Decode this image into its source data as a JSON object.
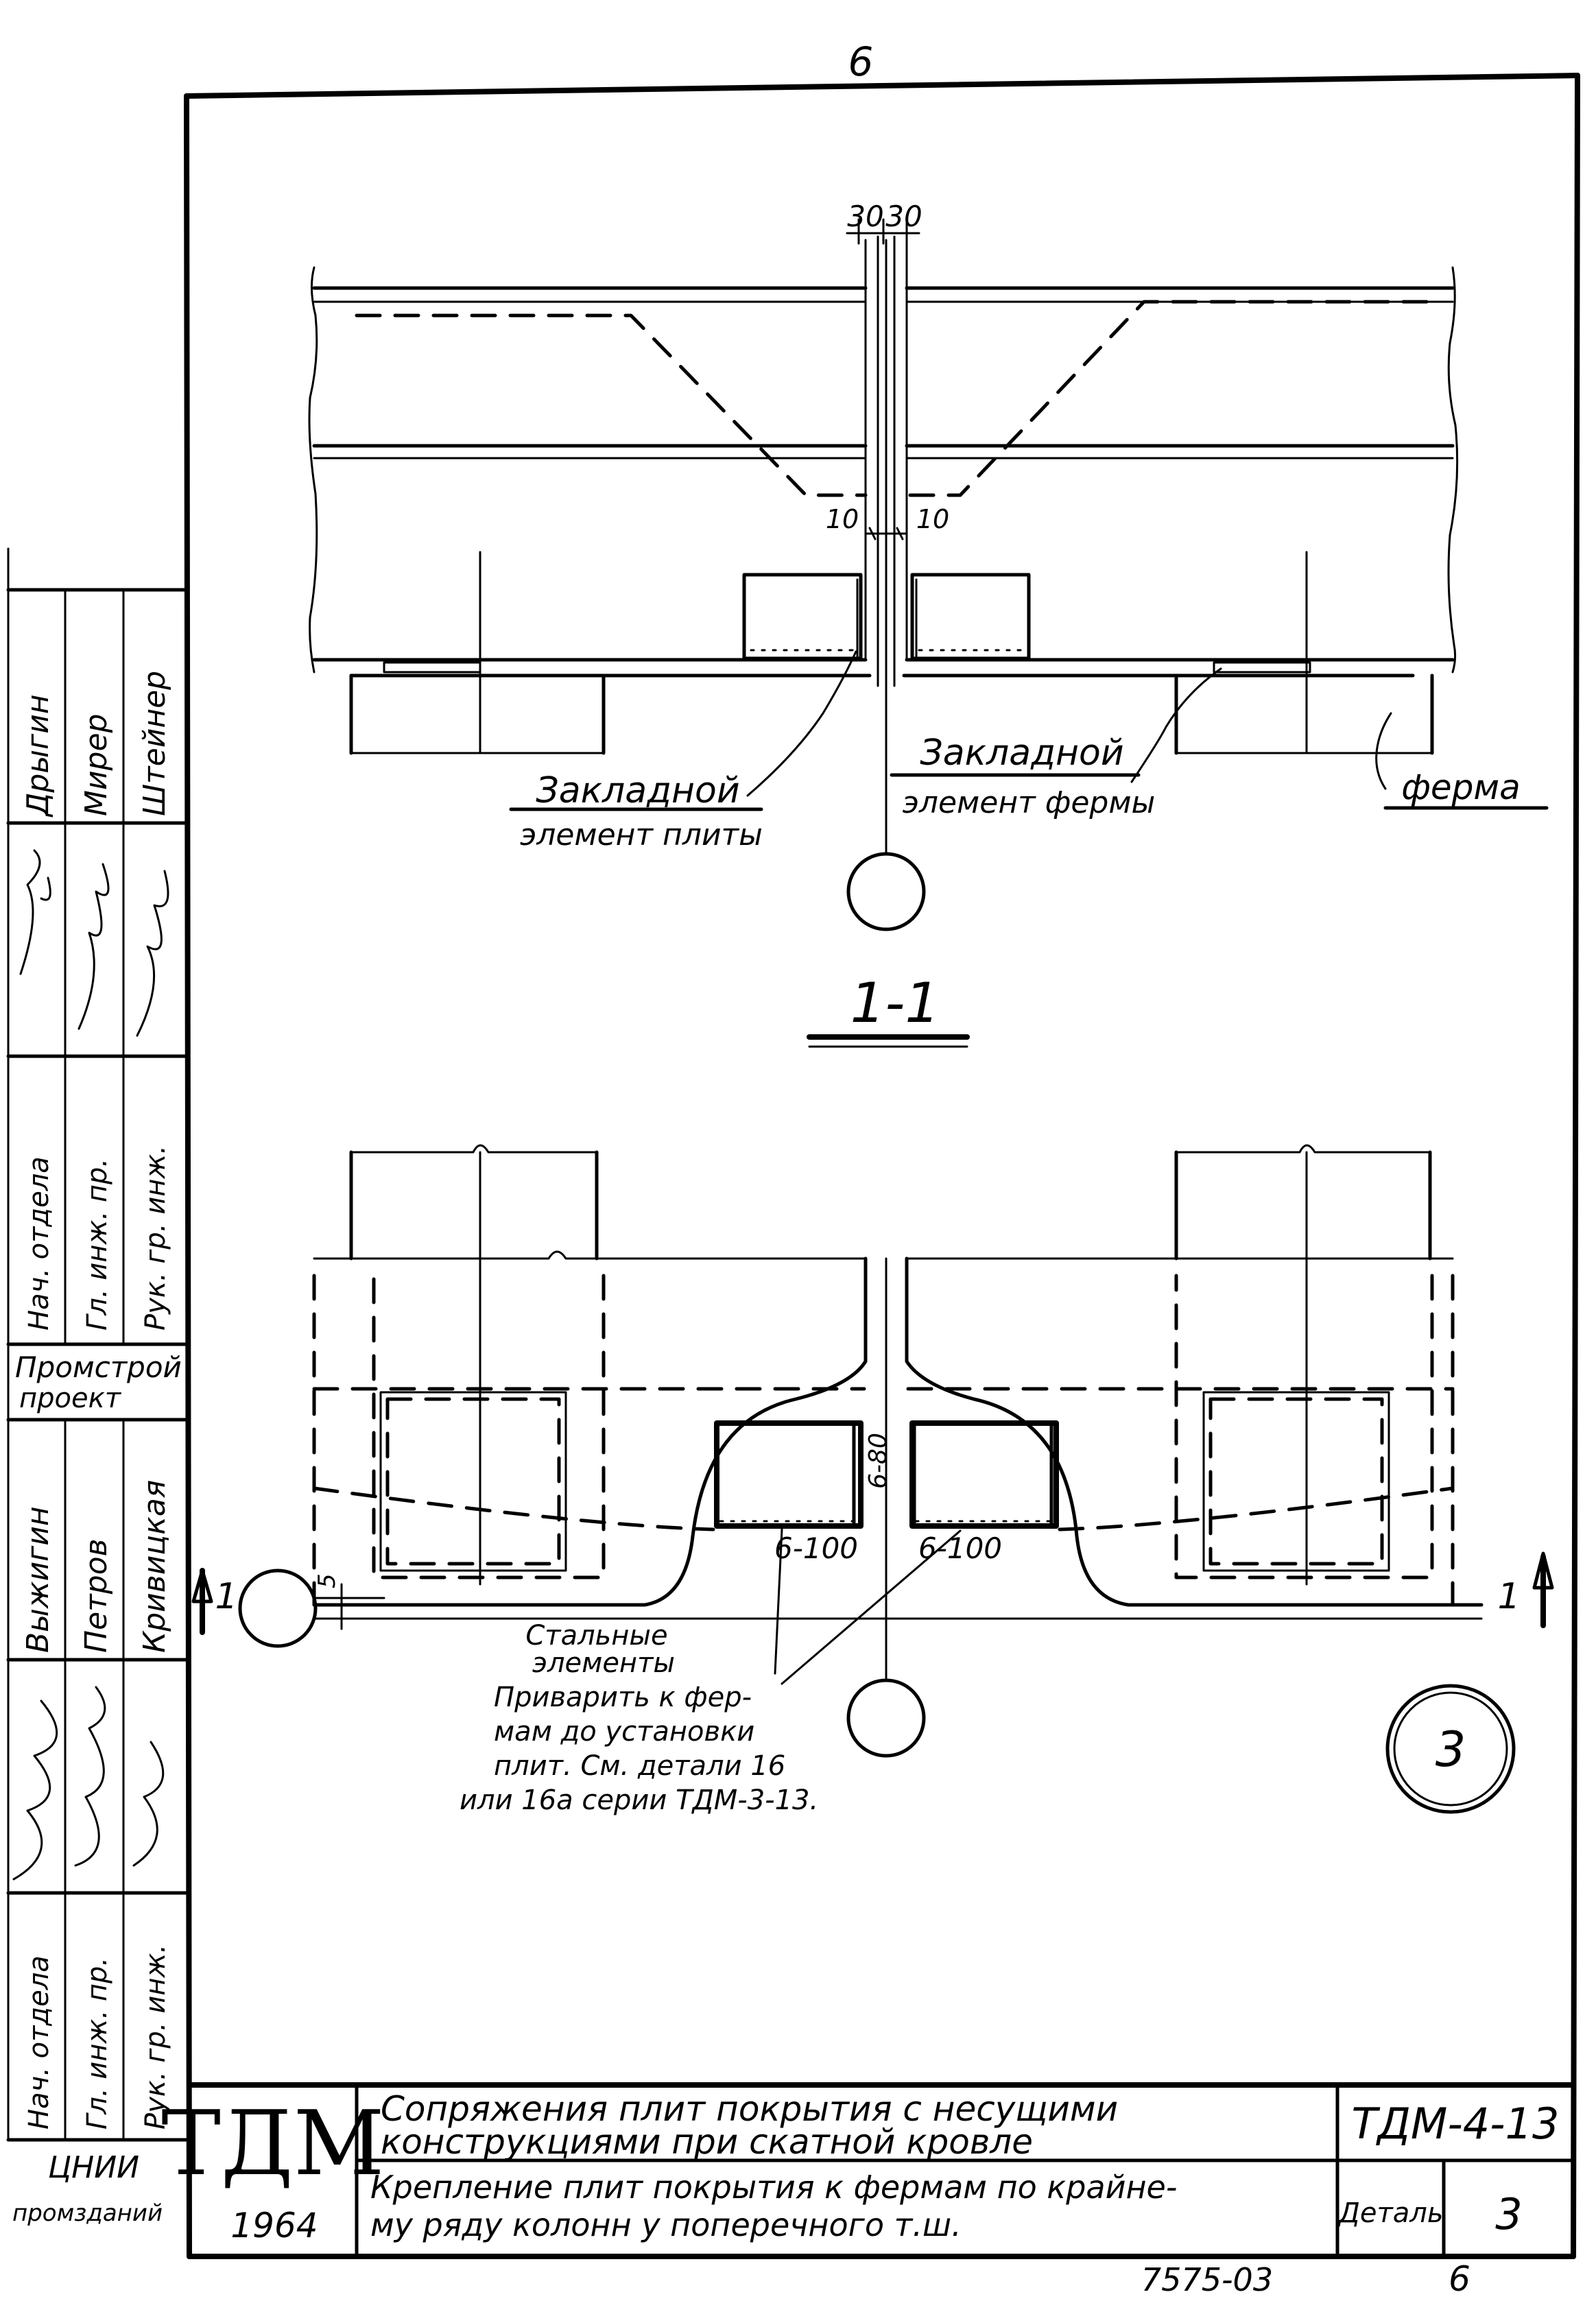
{
  "page_number": "6",
  "dims": {
    "gap_left": "30",
    "gap_right": "30",
    "offset_left": "10",
    "offset_right": "10",
    "edge": "5"
  },
  "plan": {
    "slab_insert_1": "Закладной",
    "slab_insert_2": "элемент плиты",
    "truss_insert_1": "Закладной",
    "truss_insert_2": "элемент фермы",
    "truss": "ферма"
  },
  "section": {
    "label": "1-1",
    "weld_vert": "6-80",
    "weld_left": "6-100",
    "weld_right": "6-100",
    "cut_left": "1",
    "cut_right": "1",
    "note_title_1": "Стальные",
    "note_title_2": "элементы",
    "note_1": "Приварить к фер-",
    "note_2": "мам до установки",
    "note_3": "плит. См. детали 16",
    "note_4": "или 16а серии ТДМ-3-13."
  },
  "detail_marker": "3",
  "side_block": {
    "names_1": [
      "Дрыгин",
      "Мирер",
      "Штейнер"
    ],
    "roles_1": [
      "Нач. отдела",
      "Гл. инж. пр.",
      "Рук. гр. инж."
    ],
    "org_1": [
      "Промстрой",
      "проект"
    ],
    "names_2": [
      "Выжигин",
      "Петров",
      "Кривицкая"
    ],
    "roles_2": [
      "Нач. отдела",
      "Гл. инж. пр.",
      "Рук. гр. инж."
    ],
    "org_2": [
      "ЦНИИ",
      "промзданий"
    ]
  },
  "title_block": {
    "logo": "ТДМ",
    "year": "1964",
    "title_1": "Сопряжения плит покрытия с несущими",
    "title_2": "конструкциями при скатной кровле",
    "sub_1": "Крепление плит покрытия к фермам по крайне-",
    "sub_2": "му ряду колонн у поперечного т.ш.",
    "code": "ТДМ-4-13",
    "detail_label": "Деталь",
    "detail_no": "3",
    "sheet_no": "7575-03",
    "page_no": "6"
  }
}
